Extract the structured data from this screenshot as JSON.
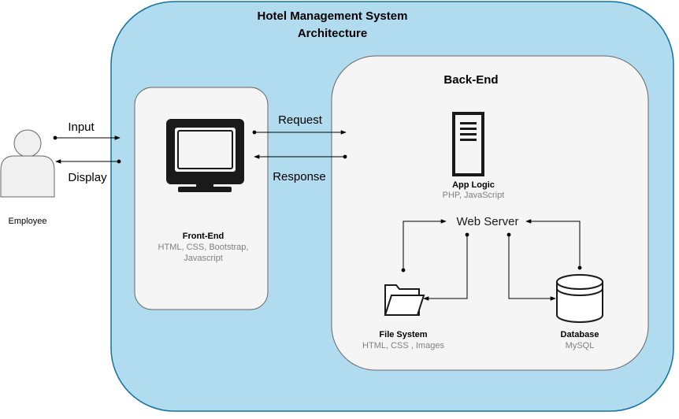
{
  "title_lines": [
    "Hotel Management System",
    "Architecture"
  ],
  "actor": {
    "label": "Employee"
  },
  "flows": {
    "input": "Input",
    "display": "Display",
    "request": "Request",
    "response": "Response"
  },
  "frontend": {
    "title": "Front-End",
    "desc_lines": [
      "HTML, CSS, Bootstrap,",
      "Javascript"
    ],
    "icon": "monitor-icon"
  },
  "backend": {
    "title": "Back-End",
    "app_logic": {
      "title": "App Logic",
      "desc": "PHP, JavaScript",
      "icon": "server-icon"
    },
    "web_server": "Web Server",
    "file_system": {
      "title": "File System",
      "desc": "HTML, CSS , Images",
      "icon": "folder-icon"
    },
    "database": {
      "title": "Database",
      "desc": "MySQL",
      "icon": "database-icon"
    }
  },
  "colors": {
    "outer_fill": "#b1dcef",
    "outer_stroke": "#10739e",
    "panel_fill": "#f5f5f5",
    "panel_stroke": "#666666",
    "text": "#000000",
    "muted": "#808080",
    "icon_dark": "#1a1a1a"
  }
}
